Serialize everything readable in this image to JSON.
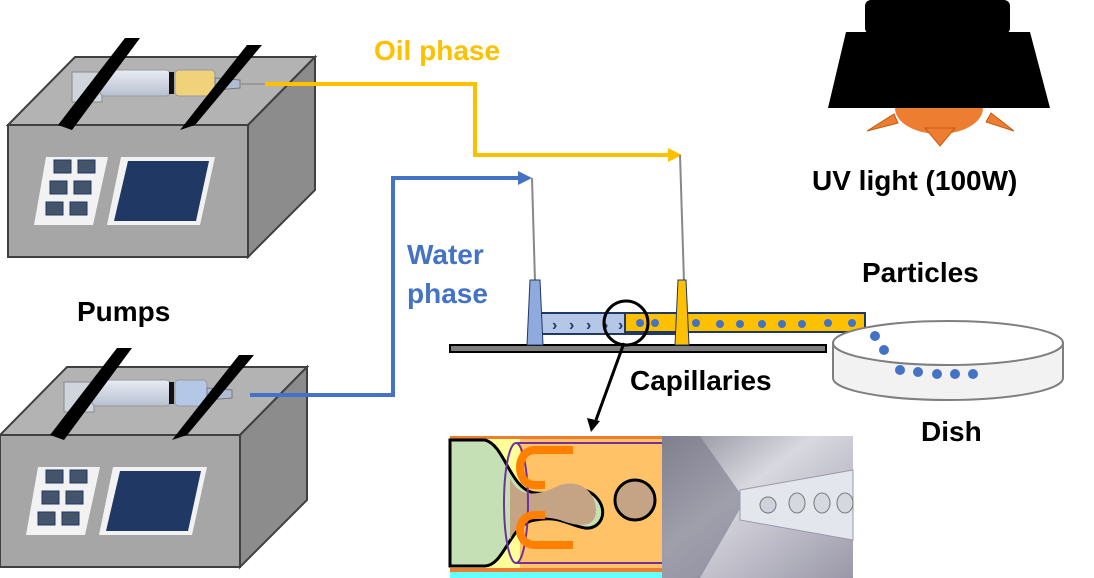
{
  "labels": {
    "oil_phase": "Oil phase",
    "water_phase_line1": "Water",
    "water_phase_line2": "phase",
    "pumps": "Pumps",
    "uv_light": "UV light (100W)",
    "particles": "Particles",
    "capillaries": "Capillaries",
    "dish": "Dish"
  },
  "colors": {
    "oil": "#FFC000",
    "water": "#4472C4",
    "water_capillary": "#B4C7E7",
    "pump_body": "#A6A6A6",
    "pump_screen": "#1F3864",
    "uv_sun": "#ED7D31"
  }
}
